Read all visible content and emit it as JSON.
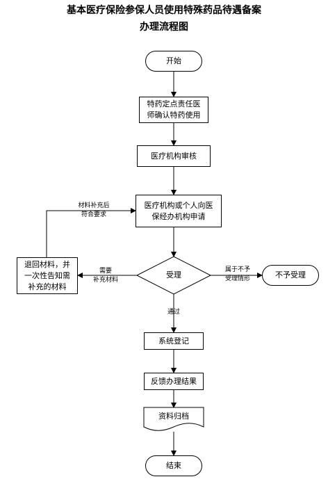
{
  "title": {
    "line1": "基本医疗保险参保人员使用特殊药品待遇备案",
    "line2": "办理流程图"
  },
  "nodes": {
    "start": "开始",
    "confirm_l1": "特药定点责任医",
    "confirm_l2": "师确认特药使用",
    "review": "医疗机构审核",
    "apply_l1": "医疗机构或个人向医",
    "apply_l2": "保经办机构申请",
    "accept": "受理",
    "return_l1": "退回材料，并",
    "return_l2": "一次性告知需",
    "return_l3": "补充的材料",
    "reject": "不予受理",
    "register": "系统登记",
    "feedback": "反馈办理结果",
    "archive": "资料归档",
    "end": "结束"
  },
  "edge_labels": {
    "resubmit_l1": "材料补充后",
    "resubmit_l2": "符合要求",
    "need_l1": "需要",
    "need_l2": "补充材料",
    "not_accept_l1": "属于不予",
    "not_accept_l2": "受理情形",
    "pass": "通过"
  }
}
